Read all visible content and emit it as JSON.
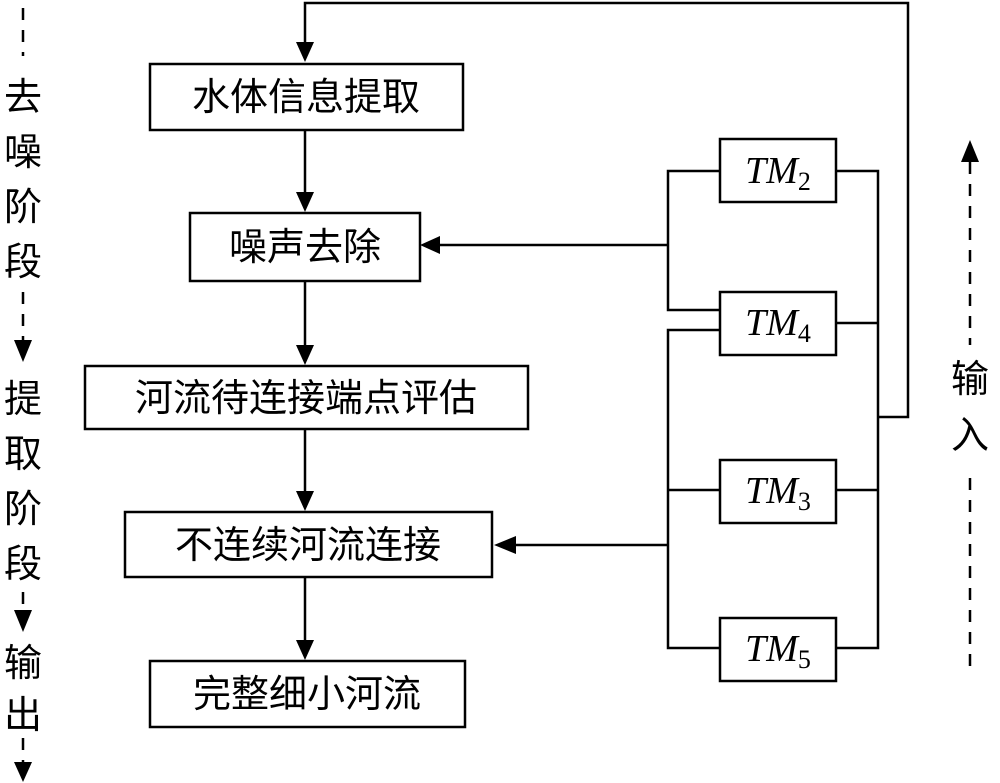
{
  "steps": {
    "water_extraction": "水体信息提取",
    "noise_removal": "噪声去除",
    "endpoint_eval": "河流待连接端点评估",
    "connection": "不连续河流连接",
    "output": "完整细小河流"
  },
  "modules": {
    "tm2": {
      "main": "TM",
      "sub": "2"
    },
    "tm4": {
      "main": "TM",
      "sub": "4"
    },
    "tm3": {
      "main": "TM",
      "sub": "3"
    },
    "tm5": {
      "main": "TM",
      "sub": "5"
    }
  },
  "left_labels": {
    "denoise_stage": [
      "去",
      "噪",
      "阶",
      "段"
    ],
    "extract_stage": [
      "提",
      "取",
      "阶",
      "段"
    ],
    "output": [
      "输",
      "出"
    ]
  },
  "right_label": [
    "输",
    "入"
  ]
}
